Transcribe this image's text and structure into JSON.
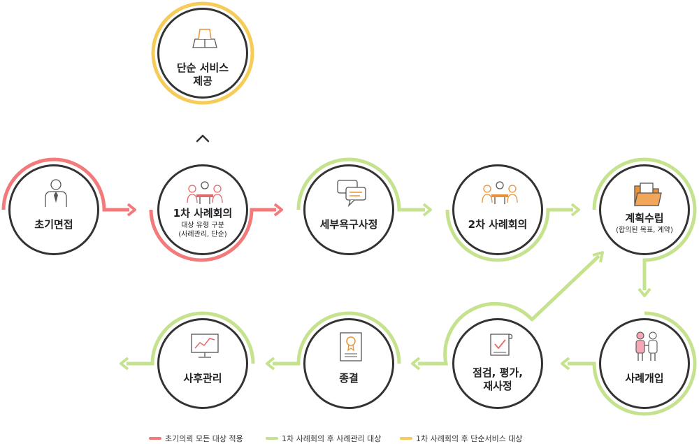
{
  "colors": {
    "red": "#f27a7a",
    "green": "#c5e38e",
    "yellow": "#f5cc5a",
    "stroke": "#333333"
  },
  "nodes": {
    "simple_service": {
      "title": "단순 서비스\n제공",
      "icon": "document-box-icon"
    },
    "initial_interview": {
      "title": "초기면접",
      "icon": "businessman-icon"
    },
    "first_meeting": {
      "title": "1차 사례회의",
      "sub": "대상 유형 구분\n(사례관리, 단순)",
      "icon": "meeting-icon"
    },
    "needs_assessment": {
      "title": "세부욕구사정",
      "icon": "chat-bubbles-icon"
    },
    "second_meeting": {
      "title": "2차 사례회의",
      "icon": "meeting-icon"
    },
    "planning": {
      "title": "계획수립",
      "sub": "(합의된 목표, 계약)",
      "icon": "folder-icon"
    },
    "intervention": {
      "title": "사례개입",
      "icon": "people-icon"
    },
    "review": {
      "title": "점검, 평가,\n재사정",
      "icon": "checklist-icon"
    },
    "termination": {
      "title": "종결",
      "icon": "certificate-icon"
    },
    "aftercare": {
      "title": "사후관리",
      "icon": "monitor-chart-icon"
    }
  },
  "legend": [
    {
      "label": "초기의뢰 모든 대상 적용",
      "color": "#f27a7a"
    },
    {
      "label": "1차 사례회의 후 사례관리 대상",
      "color": "#c5e38e"
    },
    {
      "label": "1차 사례회의 후 단순서비스 대상",
      "color": "#f5cc5a"
    }
  ]
}
